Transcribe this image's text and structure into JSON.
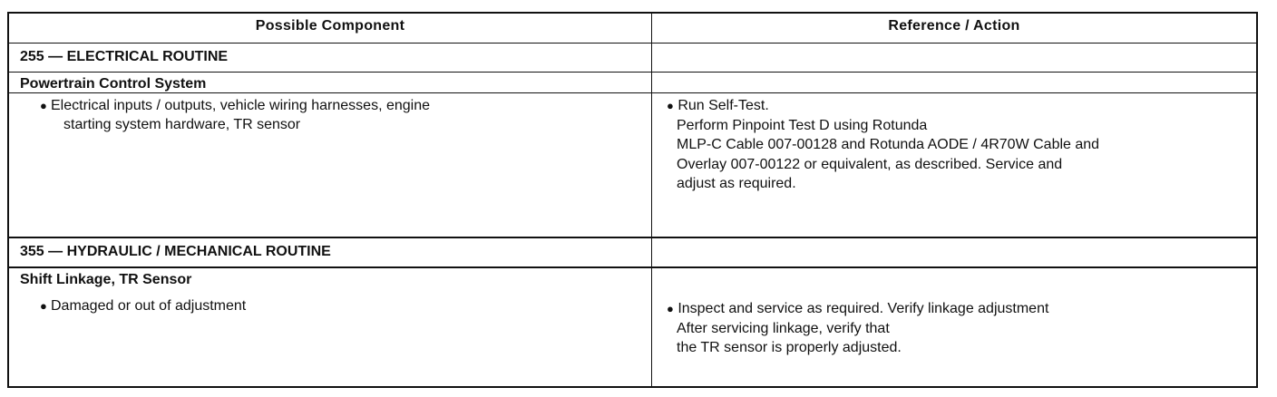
{
  "header": {
    "left": "Possible Component",
    "right": "Reference / Action"
  },
  "sections": [
    {
      "title": "255 — ELECTRICAL ROUTINE",
      "component": "Powertrain Control System",
      "bullet_lines": [
        "Electrical inputs / outputs, vehicle wiring harnesses, engine",
        "starting system hardware, TR sensor"
      ],
      "action_lines": [
        "Run Self-Test.",
        "Perform Pinpoint Test D using Rotunda",
        "MLP-C Cable 007-00128 and Rotunda AODE / 4R70W Cable and",
        "Overlay 007-00122 or equivalent, as described. Service and",
        "adjust as required."
      ]
    },
    {
      "title": "355 — HYDRAULIC / MECHANICAL ROUTINE",
      "component": "Shift Linkage, TR Sensor",
      "bullet_lines": [
        "Damaged or out of adjustment"
      ],
      "action_lines": [
        "Inspect and service as required. Verify linkage adjustment",
        "After servicing linkage, verify that",
        "the TR sensor is properly adjusted."
      ]
    }
  ],
  "icons": {
    "bullet": "filled-circle-bullet"
  }
}
